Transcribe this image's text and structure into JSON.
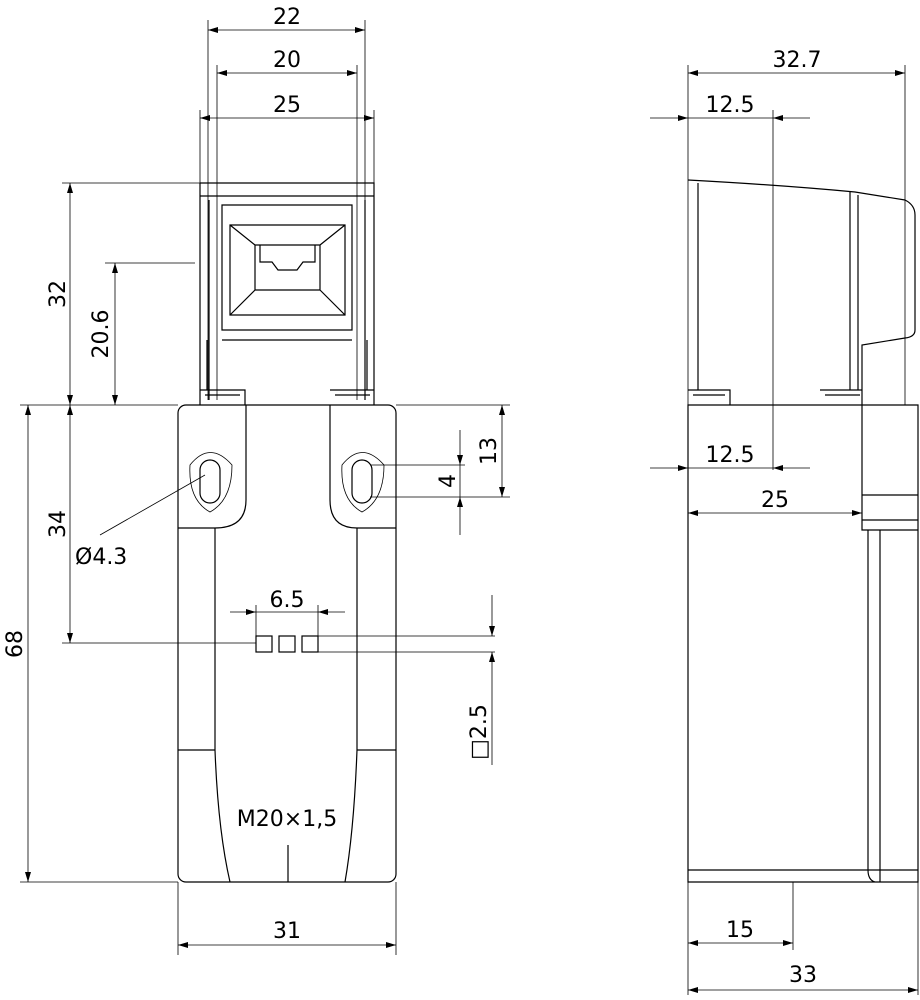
{
  "front_view": {
    "dim_22": "22",
    "dim_20": "20",
    "dim_25": "25",
    "dim_32": "32",
    "dim_20_6": "20.6",
    "dim_34": "34",
    "dim_68": "68",
    "dim_hole": "Ø4.3",
    "dim_6_5": "6.5",
    "dim_13": "13",
    "dim_4": "4",
    "dim_square": "□2.5",
    "thread": "M20×1,5",
    "dim_31": "31"
  },
  "side_view": {
    "dim_32_7": "32.7",
    "dim_12_5_top": "12.5",
    "dim_12_5_mid": "12.5",
    "dim_25": "25",
    "dim_15": "15",
    "dim_33": "33"
  }
}
